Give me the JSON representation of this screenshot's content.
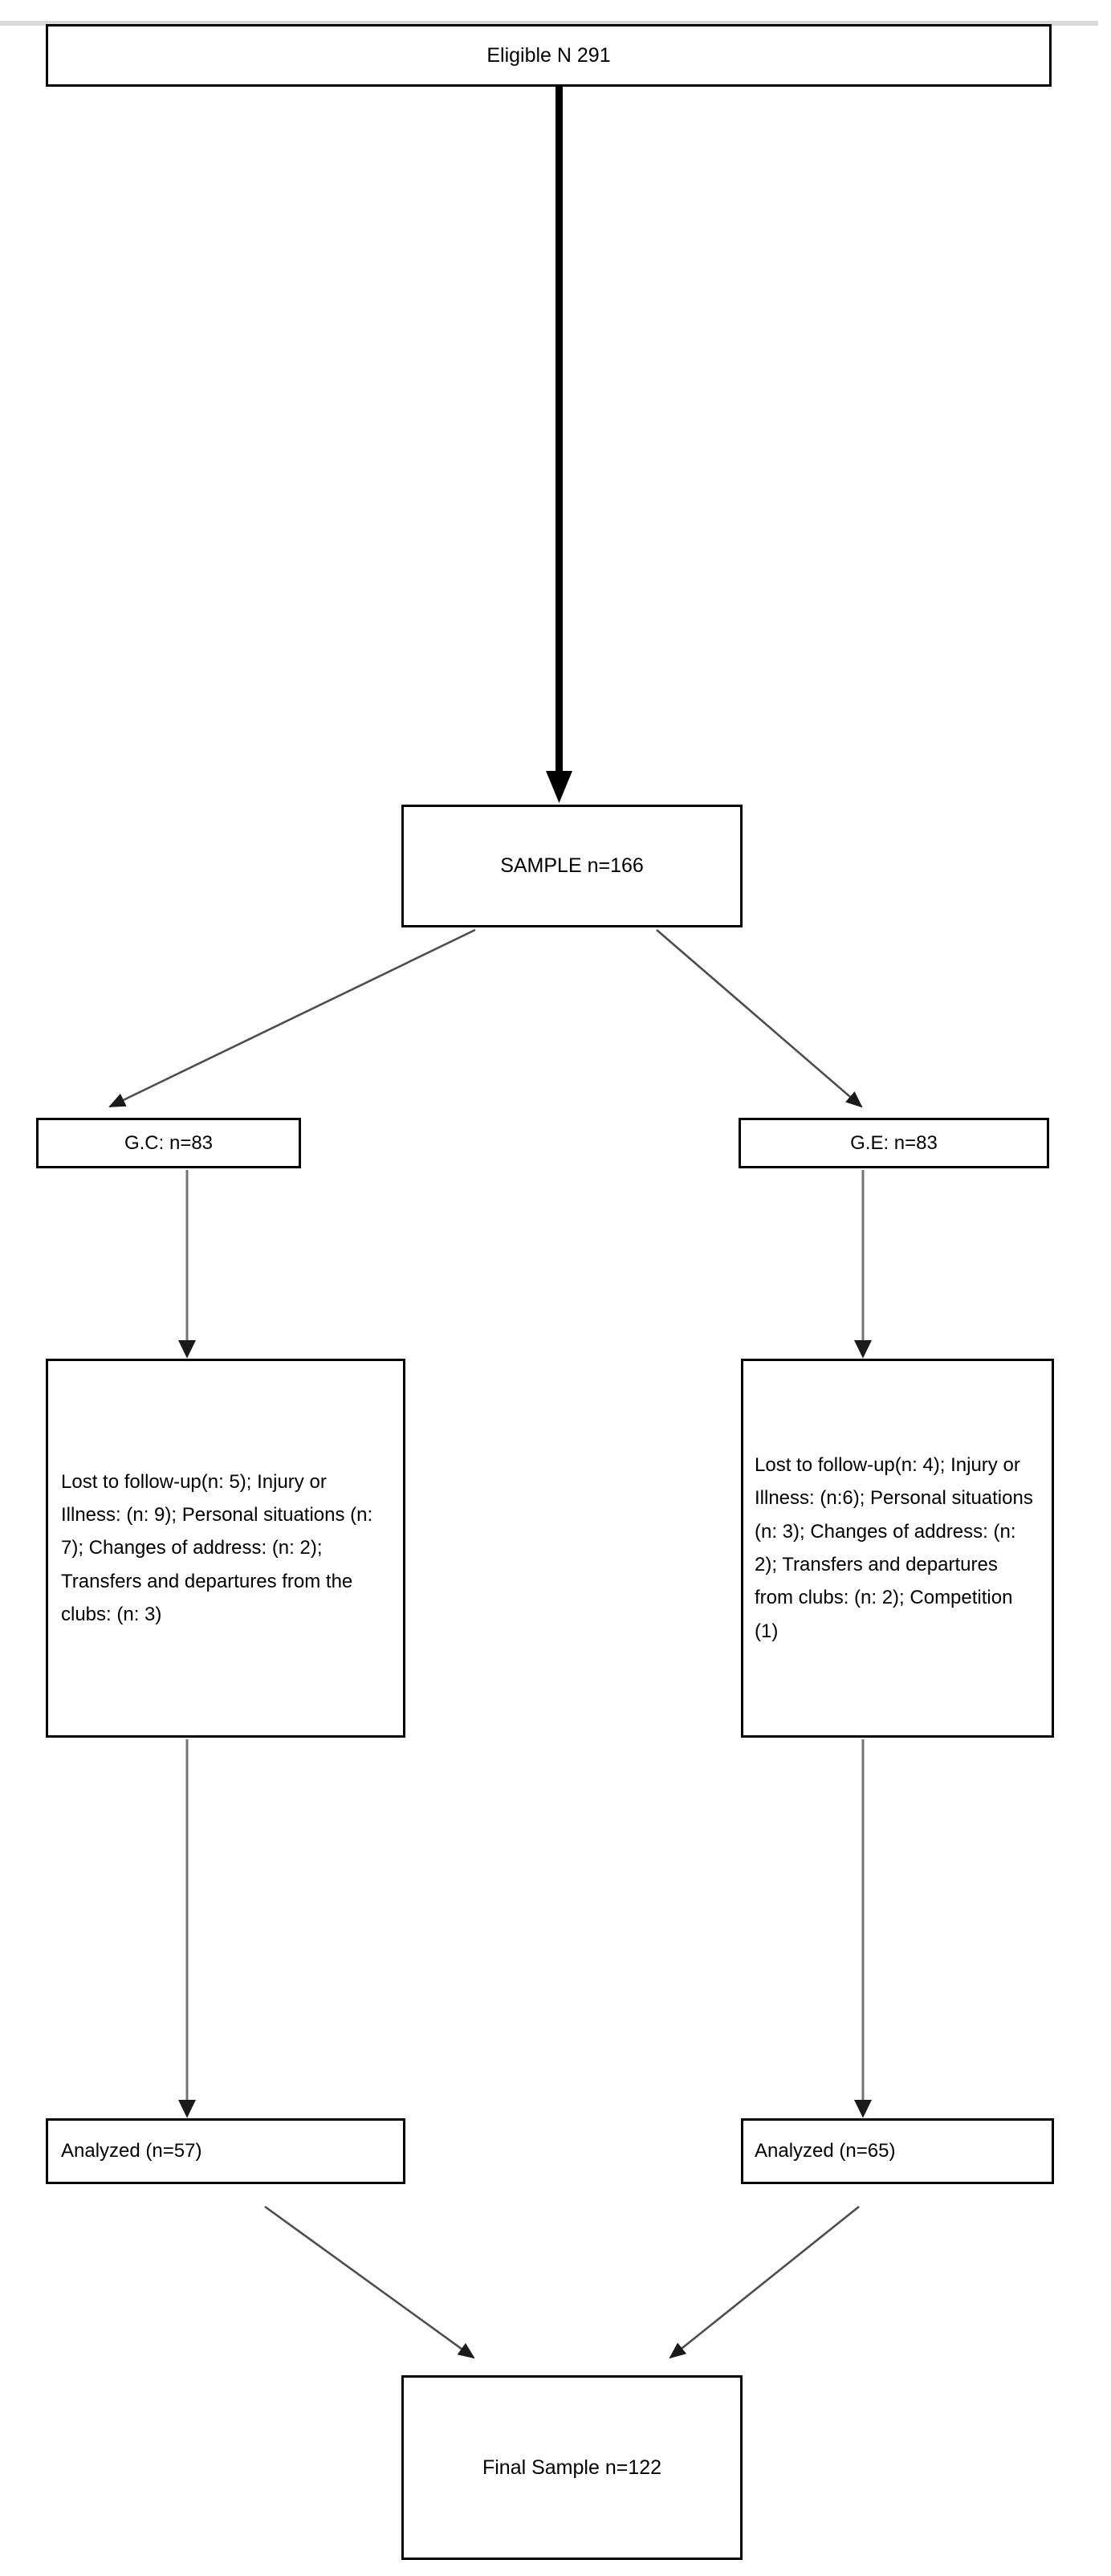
{
  "diagram": {
    "type": "participant-flow-diagram",
    "title_present": false,
    "nodes": {
      "eligible": {
        "label": "Eligible N 291",
        "value": 291
      },
      "sample": {
        "label": "SAMPLE  n=166",
        "value": 166
      },
      "group_control": {
        "label": "G.C: n=83",
        "value": 83
      },
      "group_experimental": {
        "label": "G.E: n=83",
        "value": 83
      },
      "control_losses": {
        "label": "Lost to follow-up(n: 5); Injury or Illness: (n: 9); Personal situations (n: 7); Changes of address: (n: 2); Transfers and departures from the clubs: (n: 3)",
        "items": [
          {
            "reason": "Lost to follow-up",
            "n": 5
          },
          {
            "reason": "Injury or Illness",
            "n": 9
          },
          {
            "reason": "Personal situations",
            "n": 7
          },
          {
            "reason": "Changes of address",
            "n": 2
          },
          {
            "reason": "Transfers and departures from the clubs",
            "n": 3
          }
        ]
      },
      "experimental_losses": {
        "label": "Lost to follow-up(n: 4); Injury or Illness: (n:6); Personal situations (n: 3); Changes of address: (n: 2); Transfers and departures from clubs: (n: 2); Competition (1)",
        "items": [
          {
            "reason": "Lost to follow-up",
            "n": 4
          },
          {
            "reason": "Injury or Illness",
            "n": 6
          },
          {
            "reason": "Personal situations",
            "n": 3
          },
          {
            "reason": "Changes of address",
            "n": 2
          },
          {
            "reason": "Transfers and departures from clubs",
            "n": 2
          },
          {
            "reason": "Competition",
            "n": 1
          }
        ]
      },
      "control_analyzed": {
        "label": "Analyzed (n=57)",
        "value": 57
      },
      "experimental_analyzed": {
        "label": "Analyzed (n=65)",
        "value": 65
      },
      "final_sample": {
        "label": "Final Sample n=122",
        "value": 122
      }
    },
    "colors": {
      "border": "#000000",
      "text": "#000000",
      "background": "#ffffff",
      "connector_thick": "#000000",
      "connector_thin": "#595959",
      "top_rule": "#d9d9d9"
    },
    "edges": [
      {
        "from": "eligible",
        "to": "sample",
        "style": "thick-vertical-arrow"
      },
      {
        "from": "sample",
        "to": "group_control",
        "style": "thin-diagonal-arrow"
      },
      {
        "from": "sample",
        "to": "group_experimental",
        "style": "thin-diagonal-arrow"
      },
      {
        "from": "group_control",
        "to": "control_losses",
        "style": "thin-vertical-arrow"
      },
      {
        "from": "group_experimental",
        "to": "experimental_losses",
        "style": "thin-vertical-arrow"
      },
      {
        "from": "control_losses",
        "to": "control_analyzed",
        "style": "thin-vertical-arrow"
      },
      {
        "from": "experimental_losses",
        "to": "experimental_analyzed",
        "style": "thin-vertical-arrow"
      },
      {
        "from": "control_analyzed",
        "to": "final_sample",
        "style": "thin-diagonal-arrow"
      },
      {
        "from": "experimental_analyzed",
        "to": "final_sample",
        "style": "thin-diagonal-arrow"
      }
    ]
  }
}
